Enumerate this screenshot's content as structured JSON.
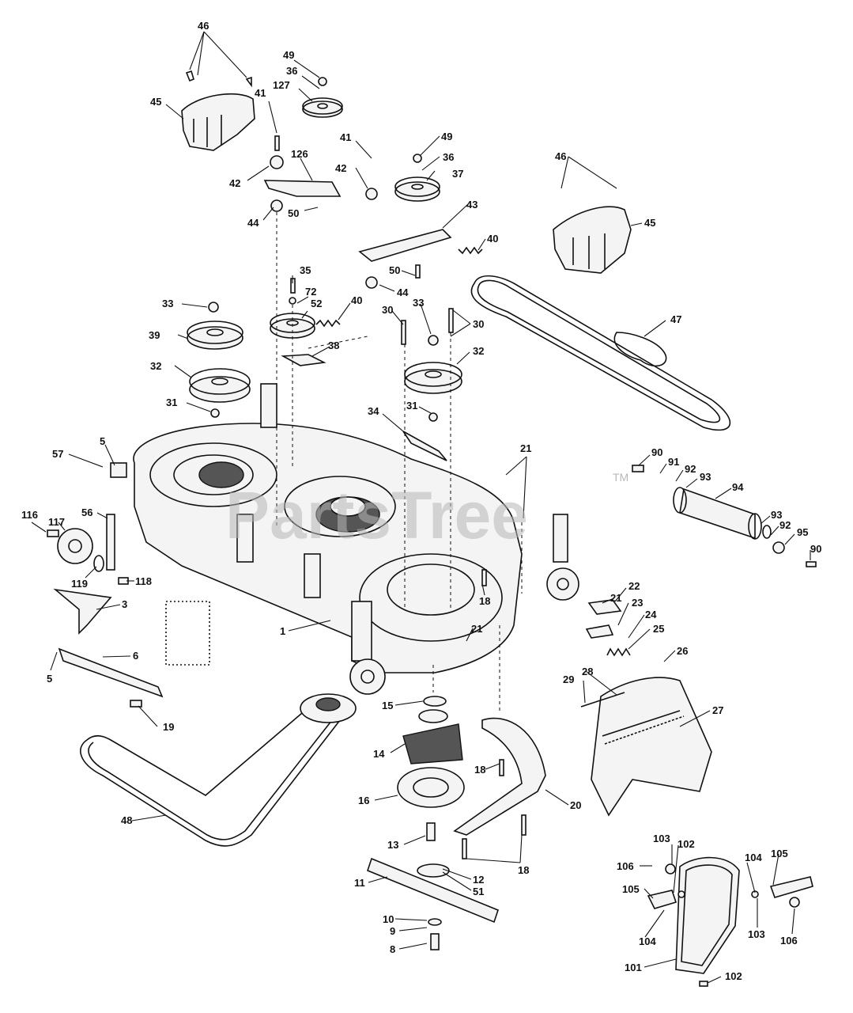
{
  "watermark": {
    "text": "PartsTree",
    "trademark": "TM"
  },
  "callouts": {
    "c46a": "46",
    "c45a": "45",
    "c49a": "49",
    "c36a": "36",
    "c127": "127",
    "c41a": "41",
    "c42a": "42",
    "c126": "126",
    "c44a": "44",
    "c50a": "50",
    "c41b": "41",
    "c42b": "42",
    "c49b": "49",
    "c36b": "36",
    "c37": "37",
    "c43": "43",
    "c40a": "40",
    "c50b": "50",
    "c46b": "46",
    "c45b": "45",
    "c44b": "44",
    "c35": "35",
    "c72": "72",
    "c52": "52",
    "c40b": "40",
    "c33a": "33",
    "c39": "39",
    "c38": "38",
    "c32a": "32",
    "c31a": "31",
    "c30a": "30",
    "c33b": "33",
    "c30b": "30",
    "c32b": "32",
    "c31b": "31",
    "c47": "47",
    "c34": "34",
    "c5a": "5",
    "c57": "57",
    "c21a": "21",
    "c90a": "90",
    "c91": "91",
    "c92a": "92",
    "c93a": "93",
    "c94": "94",
    "c93b": "93",
    "c92b": "92",
    "c95": "95",
    "c90b": "90",
    "c116": "116",
    "c117": "117",
    "c56": "56",
    "c119": "119",
    "c118": "118",
    "c18a": "18",
    "c21b": "21",
    "c22": "22",
    "c23": "23",
    "c24": "24",
    "c25": "25",
    "c3": "3",
    "c1": "1",
    "c21c": "21",
    "c6": "6",
    "c5b": "5",
    "c26": "26",
    "c28": "28",
    "c29": "29",
    "c27": "27",
    "c15": "15",
    "c19": "19",
    "c14": "14",
    "c18b": "18",
    "c16": "16",
    "c20": "20",
    "c48": "48",
    "c13": "13",
    "c103a": "103",
    "c102a": "102",
    "c106a": "106",
    "c104a": "104",
    "c105a": "105",
    "c11": "11",
    "c12": "12",
    "c51": "51",
    "c18c": "18",
    "c105b": "105",
    "c104b": "104",
    "c103b": "103",
    "c106b": "106",
    "c10": "10",
    "c9": "9",
    "c8": "8",
    "c101": "101",
    "c102b": "102"
  }
}
